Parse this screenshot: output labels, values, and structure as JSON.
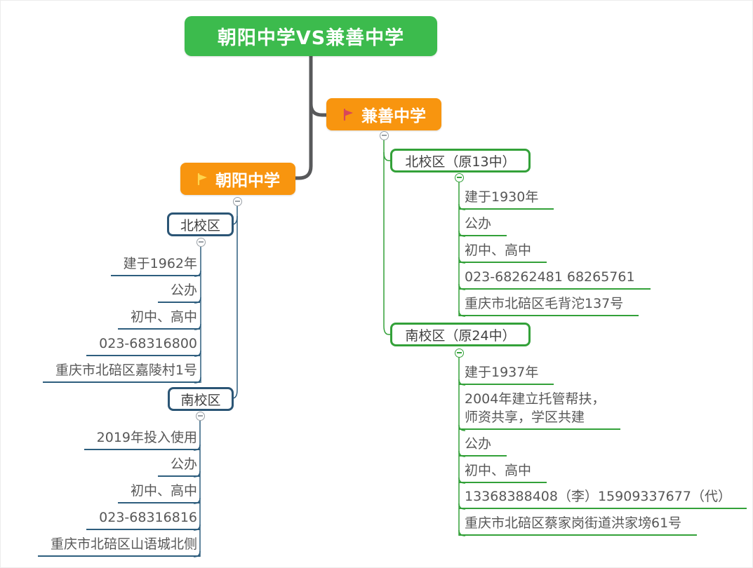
{
  "root": {
    "label": "朝阳中学VS兼善中学"
  },
  "branches": [
    {
      "label": "兼善中学",
      "flag_icon": "red-flag",
      "campuses": [
        {
          "label": "北校区（原13中）",
          "facts": [
            "建于1930年",
            "公办",
            "初中、高中",
            "023-68262481 68265761",
            "重庆市北碚区毛背沱137号"
          ]
        },
        {
          "label": "南校区（原24中）",
          "facts": [
            "建于1937年",
            "2004年建立托管帮扶，\n师资共享，学区共建",
            "公办",
            "初中、高中",
            "13368388408（李）15909337677（代）",
            "重庆市北碚区蔡家岗街道洪家塝61号"
          ]
        }
      ]
    },
    {
      "label": "朝阳中学",
      "flag_icon": "yellow-flag",
      "campuses": [
        {
          "label": "北校区",
          "facts": [
            "建于1962年",
            "公办",
            "初中、高中",
            "023-68316800",
            "重庆市北碚区嘉陵村1号"
          ]
        },
        {
          "label": "南校区",
          "facts": [
            "2019年投入使用",
            "公办",
            "初中、高中",
            "023-68316816",
            "重庆市北碚区山语城北侧"
          ]
        }
      ]
    }
  ],
  "colors": {
    "root_bg": "#3CBB4D",
    "branch_bg": "#F8950F",
    "jianshan_line": "#33A139",
    "chaoyang_line": "#2E5E7E",
    "trunk": "#58595B",
    "red_flag": "#D8465A",
    "yellow_flag": "#FFD44D",
    "leaf_text": "#575757"
  }
}
